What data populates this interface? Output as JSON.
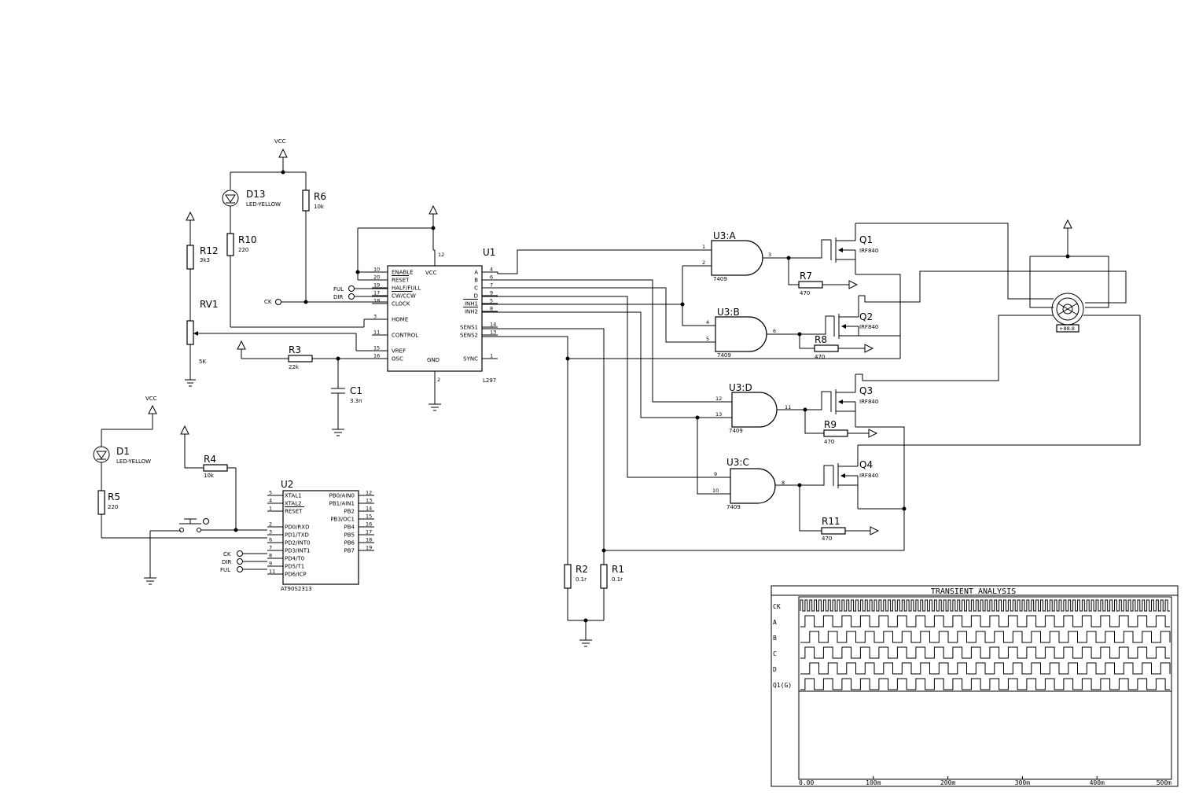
{
  "power": {
    "vcc": "VCC"
  },
  "parts": {
    "d13": {
      "ref": "D13",
      "val": "LED-YELLOW"
    },
    "d1": {
      "ref": "D1",
      "val": "LED-YELLOW"
    },
    "r6": {
      "ref": "R6",
      "val": "10k"
    },
    "r10": {
      "ref": "R10",
      "val": "220"
    },
    "r12": {
      "ref": "R12",
      "val": "3k3"
    },
    "rv1": {
      "ref": "RV1",
      "val": "5K"
    },
    "r3": {
      "ref": "R3",
      "val": "22k"
    },
    "c1": {
      "ref": "C1",
      "val": "3.3n"
    },
    "r4": {
      "ref": "R4",
      "val": "10k"
    },
    "r5": {
      "ref": "R5",
      "val": "220"
    },
    "r2": {
      "ref": "R2",
      "val": "0.1r"
    },
    "r1": {
      "ref": "R1",
      "val": "0.1r"
    },
    "r7": {
      "ref": "R7",
      "val": "470"
    },
    "r8": {
      "ref": "R8",
      "val": "470"
    },
    "r9": {
      "ref": "R9",
      "val": "470"
    },
    "r11": {
      "ref": "R11",
      "val": "470"
    },
    "q1": {
      "ref": "Q1",
      "val": "IRF840"
    },
    "q2": {
      "ref": "Q2",
      "val": "IRF840"
    },
    "q3": {
      "ref": "Q3",
      "val": "IRF840"
    },
    "q4": {
      "ref": "Q4",
      "val": "IRF840"
    },
    "u3a": {
      "ref": "U3:A",
      "val": "7409"
    },
    "u3b": {
      "ref": "U3:B",
      "val": "7409"
    },
    "u3c": {
      "ref": "U3:C",
      "val": "7409"
    },
    "u3d": {
      "ref": "U3:D",
      "val": "7409"
    },
    "motor": {
      "val": "+88.8"
    }
  },
  "u1": {
    "ref": "U1",
    "part": "L297",
    "pins_left": [
      {
        "num": "10",
        "name": "ENABLE"
      },
      {
        "num": "20",
        "name": "RESET"
      },
      {
        "num": "19",
        "name": "HALF/FULL"
      },
      {
        "num": "17",
        "name": "CW/CCW"
      },
      {
        "num": "18",
        "name": "CLOCK"
      },
      {
        "num": "3",
        "name": "HOME"
      },
      {
        "num": "11",
        "name": "CONTROL"
      },
      {
        "num": "15",
        "name": "VREF"
      },
      {
        "num": "16",
        "name": "OSC"
      }
    ],
    "pins_right": [
      {
        "num": "4",
        "name": "A"
      },
      {
        "num": "6",
        "name": "B"
      },
      {
        "num": "7",
        "name": "C"
      },
      {
        "num": "9",
        "name": "D"
      },
      {
        "num": "5",
        "name": "INH1"
      },
      {
        "num": "8",
        "name": "INH2"
      },
      {
        "num": "14",
        "name": "SENS1"
      },
      {
        "num": "13",
        "name": "SENS2"
      },
      {
        "num": "1",
        "name": "SYNC"
      }
    ],
    "vcc": {
      "num": "12",
      "name": "VCC"
    },
    "gnd": {
      "num": "2",
      "name": "GND"
    }
  },
  "u2": {
    "ref": "U2",
    "part": "AT90S2313",
    "pins_left": [
      {
        "num": "5",
        "name": "XTAL1"
      },
      {
        "num": "4",
        "name": "XTAL2"
      },
      {
        "num": "1",
        "name": "RESET"
      },
      {
        "num": "2",
        "name": "PD0/RXD"
      },
      {
        "num": "3",
        "name": "PD1/TXD"
      },
      {
        "num": "6",
        "name": "PD2/INT0"
      },
      {
        "num": "7",
        "name": "PD3/INT1"
      },
      {
        "num": "8",
        "name": "PD4/T0"
      },
      {
        "num": "9",
        "name": "PD5/T1"
      },
      {
        "num": "11",
        "name": "PD6/ICP"
      }
    ],
    "pins_right": [
      {
        "num": "12",
        "name": "PB0/AIN0"
      },
      {
        "num": "13",
        "name": "PB1/AIN1"
      },
      {
        "num": "14",
        "name": "PB2"
      },
      {
        "num": "15",
        "name": "PB3/OC1"
      },
      {
        "num": "16",
        "name": "PB4"
      },
      {
        "num": "17",
        "name": "PB5"
      },
      {
        "num": "18",
        "name": "PB6"
      },
      {
        "num": "19",
        "name": "PB7"
      }
    ]
  },
  "gate_pins": {
    "u3a": [
      "1",
      "2",
      "3"
    ],
    "u3b": [
      "4",
      "5",
      "6"
    ],
    "u3d": [
      "12",
      "13",
      "11"
    ],
    "u3c": [
      "9",
      "10",
      "8"
    ]
  },
  "terminals": {
    "ful": "FUL",
    "dir": "DIR",
    "ck": "CK",
    "ck2": "CK",
    "dir2": "DIR",
    "ful2": "FUL"
  },
  "graph": {
    "title": "TRANSIENT ANALYSIS",
    "traces": [
      {
        "name": "CK",
        "cycles": 80
      },
      {
        "name": "A",
        "cycles": 20
      },
      {
        "name": "B",
        "cycles": 20
      },
      {
        "name": "C",
        "cycles": 20
      },
      {
        "name": "D",
        "cycles": 20
      },
      {
        "name": "Q1(G)",
        "cycles": 20
      }
    ],
    "x_ticks": [
      "0.00",
      "100m",
      "200m",
      "300m",
      "400m",
      "500m"
    ]
  }
}
